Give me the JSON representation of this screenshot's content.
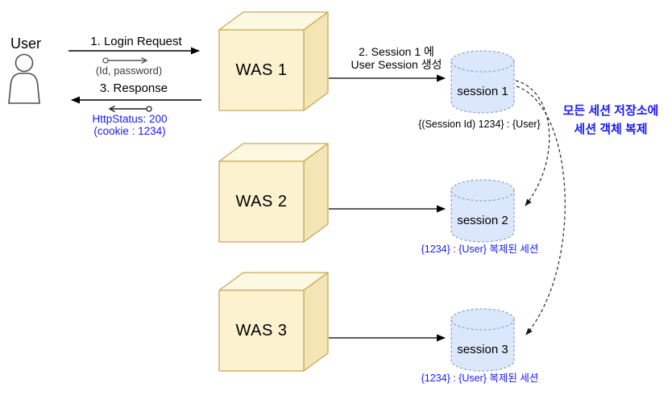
{
  "user": {
    "label": "User"
  },
  "flows": {
    "login": {
      "label": "1. Login Request",
      "payload": "(Id, password)"
    },
    "response": {
      "label": "3. Response",
      "status": "HttpStatus: 200",
      "cookie": "(cookie : 1234)"
    },
    "create_session": {
      "line1": "2.  Session 1 에",
      "line2": "User Session 생성"
    }
  },
  "servers": [
    {
      "label": "WAS 1"
    },
    {
      "label": "WAS 2"
    },
    {
      "label": "WAS 3"
    }
  ],
  "sessions": [
    {
      "label": "session 1",
      "caption": "{(Session Id) 1234} : {User}"
    },
    {
      "label": "session 2",
      "caption": "{1234} : {User}  복제된 세션"
    },
    {
      "label": "session 3",
      "caption": "{1234} : {User}  복제된 세션"
    }
  ],
  "annotation": {
    "line1": "모든 세션 저장소에",
    "line2": "세션 객체 복제"
  },
  "colors": {
    "cube_front": "#FCF2CF",
    "cube_top": "#FDF8E2",
    "cube_side": "#F3E5B4",
    "cube_stroke": "#C9A957",
    "cylinder_fill": "#DBE8FB",
    "cylinder_stroke": "#8FA8D0",
    "accent_blue": "#1A1AFF",
    "arrow_black": "#000000",
    "arrow_gray": "#595959"
  }
}
